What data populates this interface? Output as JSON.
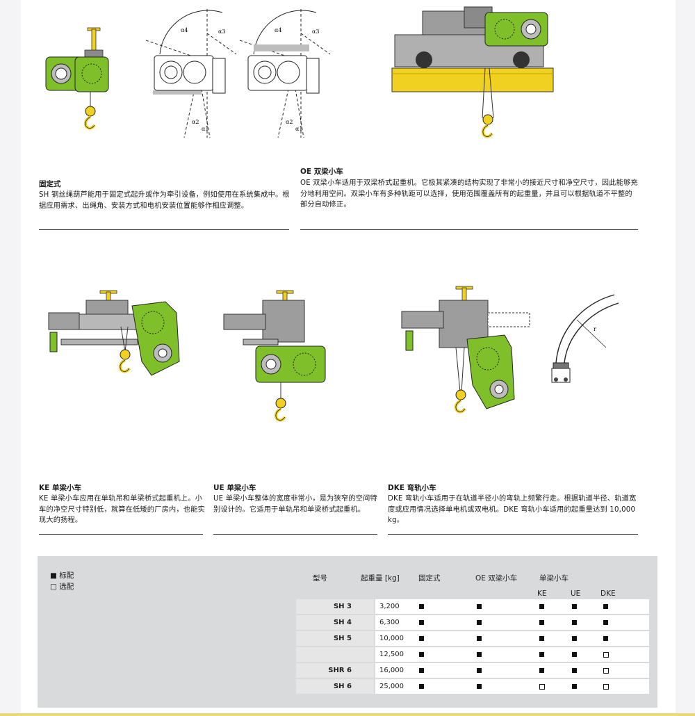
{
  "sections": {
    "fixed": {
      "title": "固定式",
      "body": "SH 钢丝绳葫芦能用于固定式起升或作为牵引设备，例如使用在系统集成中。根据应用需求、出绳角、安装方式和电机安装位置能够作相应调整。"
    },
    "oe": {
      "title": "OE 双梁小车",
      "body": "OE 双梁小车适用于双梁桥式起重机。它极其紧凑的结构实现了非常小的接近尺寸和净空尺寸，因此能够充分地利用空间。双梁小车有多种轨距可以选择，使用范围覆盖所有的起重量，并且可以根据轨道不平整的部分自动修正。"
    },
    "ke": {
      "title": "KE 单梁小车",
      "body": "KE 单梁小车应用在单轨吊和单梁桥式起重机上。小车的净空尺寸特别低，就算在低矮的厂房内，也能实现大的扬程。"
    },
    "ue": {
      "title": "UE 单梁小车",
      "body": "UE 单梁小车整体的宽度非常小，是为狭窄的空间特别设计的。它适用于单轨吊和单梁桥式起重机。"
    },
    "dke": {
      "title": "DKE 弯轨小车",
      "body": "DKE 弯轨小车适用于在轨道半径小的弯轨上频繁行走。根据轨道半径、轨道宽度或应用情况选择单电机或双电机。DKE 弯轨小车适用的起重量达到 10,000 kg。"
    }
  },
  "diagram_labels": {
    "a4": "α4",
    "a3": "α3",
    "a2": "α2",
    "a1": "α1",
    "r": "r"
  },
  "legend": {
    "standard": "■ 标配",
    "optional": "□ 选配"
  },
  "table": {
    "headers": {
      "model": "型号",
      "capacity": "起重量 [kg]",
      "fixed": "固定式",
      "oe": "OE 双梁小车",
      "single": "单梁小车",
      "ke": "KE",
      "ue": "UE",
      "dke": "DKE"
    },
    "rows": [
      {
        "model": "SH 3",
        "capacity": "3,200",
        "fixed": "std",
        "oe": "std",
        "ke": "std",
        "ue": "std",
        "dke": "std"
      },
      {
        "model": "SH 4",
        "capacity": "6,300",
        "fixed": "std",
        "oe": "std",
        "ke": "std",
        "ue": "std",
        "dke": "std"
      },
      {
        "model": "SH 5",
        "capacity": "10,000",
        "fixed": "std",
        "oe": "std",
        "ke": "std",
        "ue": "std",
        "dke": "std"
      },
      {
        "model": "",
        "capacity": "12,500",
        "fixed": "std",
        "oe": "std",
        "ke": "std",
        "ue": "std",
        "dke": "opt"
      },
      {
        "model": "SHR 6",
        "capacity": "16,000",
        "fixed": "std",
        "oe": "std",
        "ke": "std",
        "ue": "std",
        "dke": "opt"
      },
      {
        "model": "SH 6",
        "capacity": "25,000",
        "fixed": "std",
        "oe": "std",
        "ke": "opt",
        "ue": "std",
        "dke": "opt"
      }
    ]
  },
  "colors": {
    "green": "#7fc02a",
    "yellow": "#f0d020",
    "grey": "#a8a8a8",
    "dark": "#555555"
  }
}
